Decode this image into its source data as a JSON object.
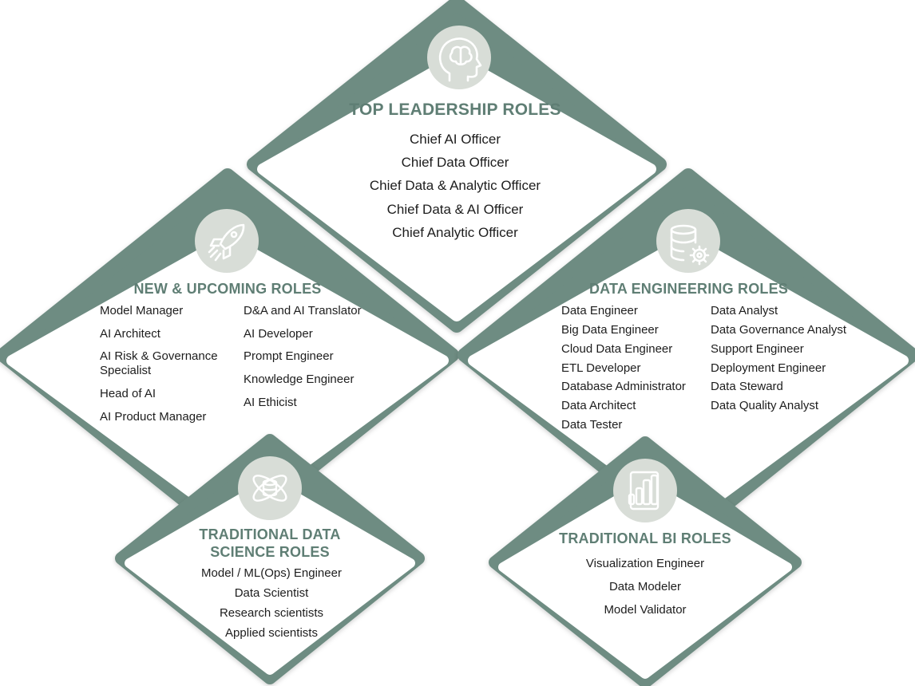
{
  "colors": {
    "border": "#6e8c82",
    "fill": "#ffffff",
    "icon_circle": "#d8ddd7",
    "icon_stroke": "#ffffff",
    "title": "#5f7e74",
    "text": "#1d1d1d"
  },
  "leadership": {
    "icon": "brain-head-icon",
    "title": "TOP LEADERSHIP ROLES",
    "roles": [
      "Chief AI Officer",
      "Chief Data Officer",
      "Chief Data & Analytic Officer",
      "Chief Data & AI Officer",
      "Chief Analytic Officer"
    ]
  },
  "new_upcoming": {
    "icon": "rocket-icon",
    "title": "NEW & UPCOMING ROLES",
    "left_roles": [
      "Model Manager",
      "AI Architect",
      "AI Risk & Governance Specialist",
      "Head of AI",
      "AI Product Manager"
    ],
    "right_roles": [
      "D&A and AI Translator",
      "AI Developer",
      "Prompt Engineer",
      "Knowledge Engineer",
      "AI Ethicist"
    ]
  },
  "data_engineering": {
    "icon": "database-gear-icon",
    "title": "DATA ENGINEERING ROLES",
    "left_roles": [
      "Data Engineer",
      "Big Data Engineer",
      "Cloud Data Engineer",
      "ETL Developer",
      "Database Administrator",
      "Data Architect",
      "Data Tester"
    ],
    "right_roles": [
      "Data Analyst",
      "Data Governance Analyst",
      "Support Engineer",
      "Deployment Engineer",
      "Data Steward",
      "Data Quality Analyst"
    ]
  },
  "data_science": {
    "icon": "atom-database-icon",
    "title": "TRADITIONAL DATA SCIENCE ROLES",
    "roles": [
      "Model / ML(Ops) Engineer",
      "Data Scientist",
      "Research scientists",
      "Applied scientists"
    ]
  },
  "bi": {
    "icon": "power-bi-icon",
    "title": "TRADITIONAL BI ROLES",
    "roles": [
      "Visualization Engineer",
      "Data Modeler",
      "Model Validator"
    ]
  }
}
